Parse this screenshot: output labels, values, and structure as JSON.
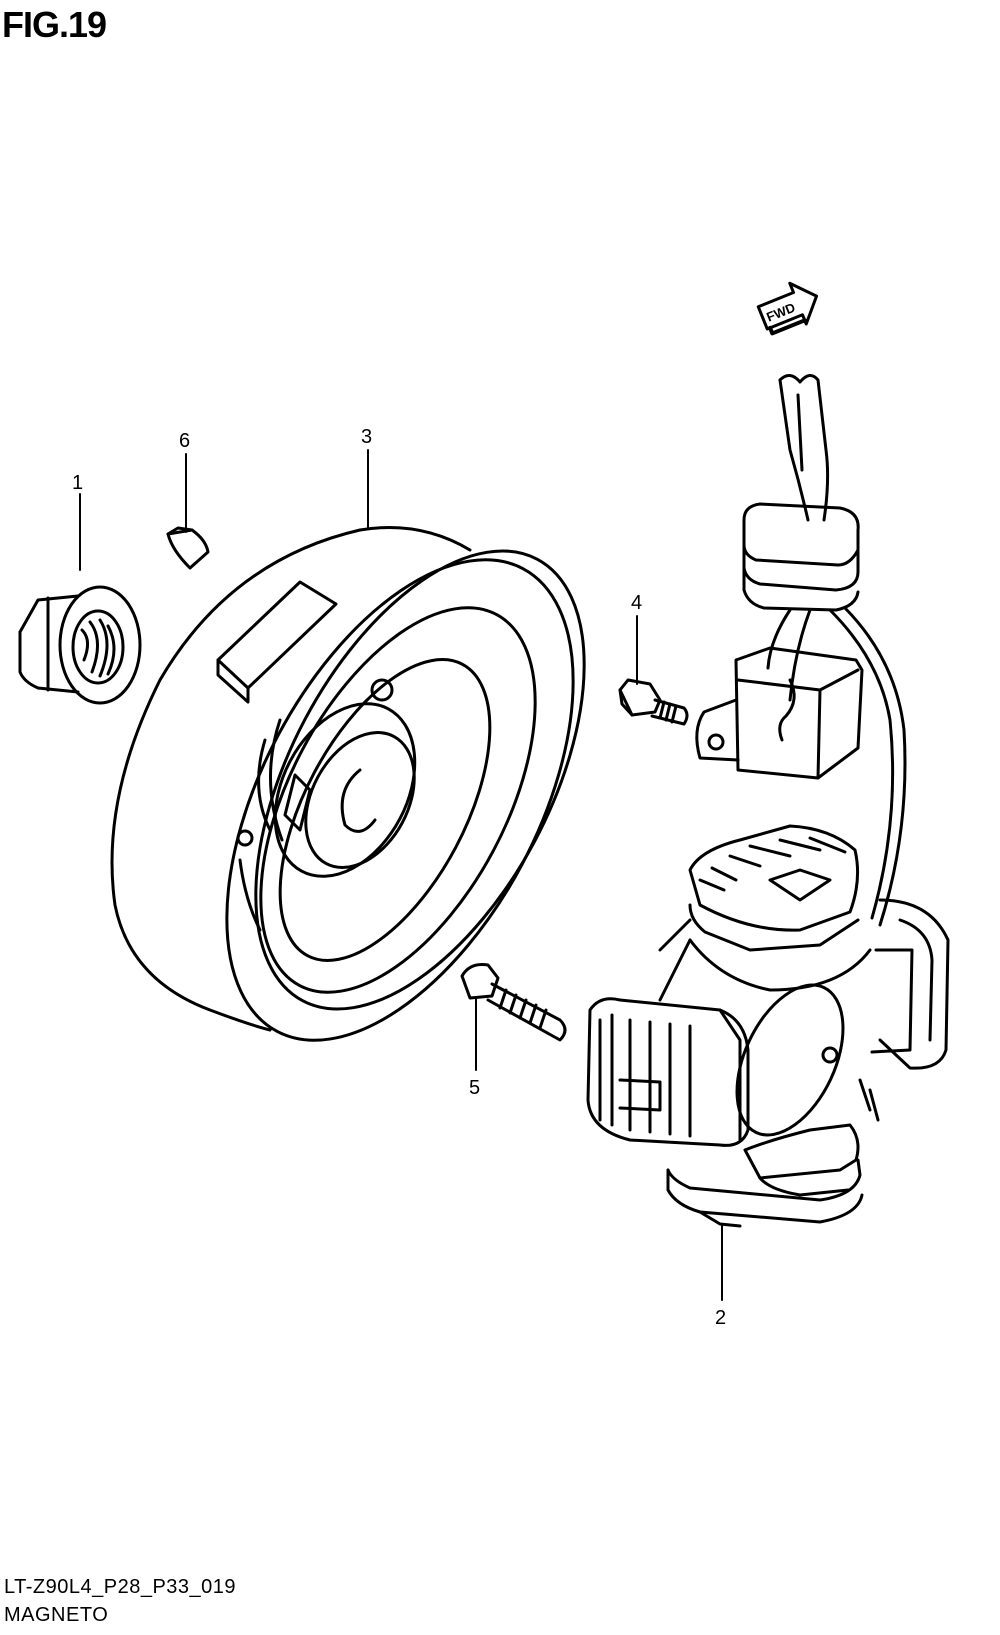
{
  "figure": {
    "title": "FIG.19"
  },
  "callouts": [
    {
      "id": "1",
      "label": "1"
    },
    {
      "id": "2",
      "label": "2"
    },
    {
      "id": "3",
      "label": "3"
    },
    {
      "id": "4",
      "label": "4"
    },
    {
      "id": "5",
      "label": "5"
    },
    {
      "id": "6",
      "label": "6"
    }
  ],
  "fwd_badge": {
    "label": "FWD"
  },
  "footer": {
    "code": "LT-Z90L4_P28_P33_019",
    "name": "MAGNETO"
  }
}
